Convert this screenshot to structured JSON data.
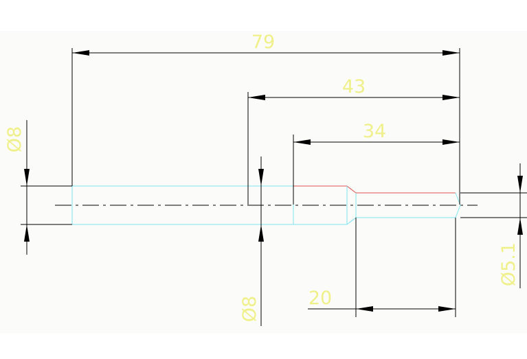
{
  "title": "",
  "colors": {
    "background": "#fbfcf9",
    "dimension_line": "#000000",
    "dimension_text": "#f0f08a",
    "part_outline": "#7fe3f0",
    "part_edge_accent": "#e05050"
  },
  "dimensions": {
    "overall_length": "79",
    "length_43": "43",
    "length_34": "34",
    "length_20": "20",
    "diameter_left": "Ø8",
    "diameter_mid": "Ø8",
    "diameter_right": "Ø5.1"
  }
}
